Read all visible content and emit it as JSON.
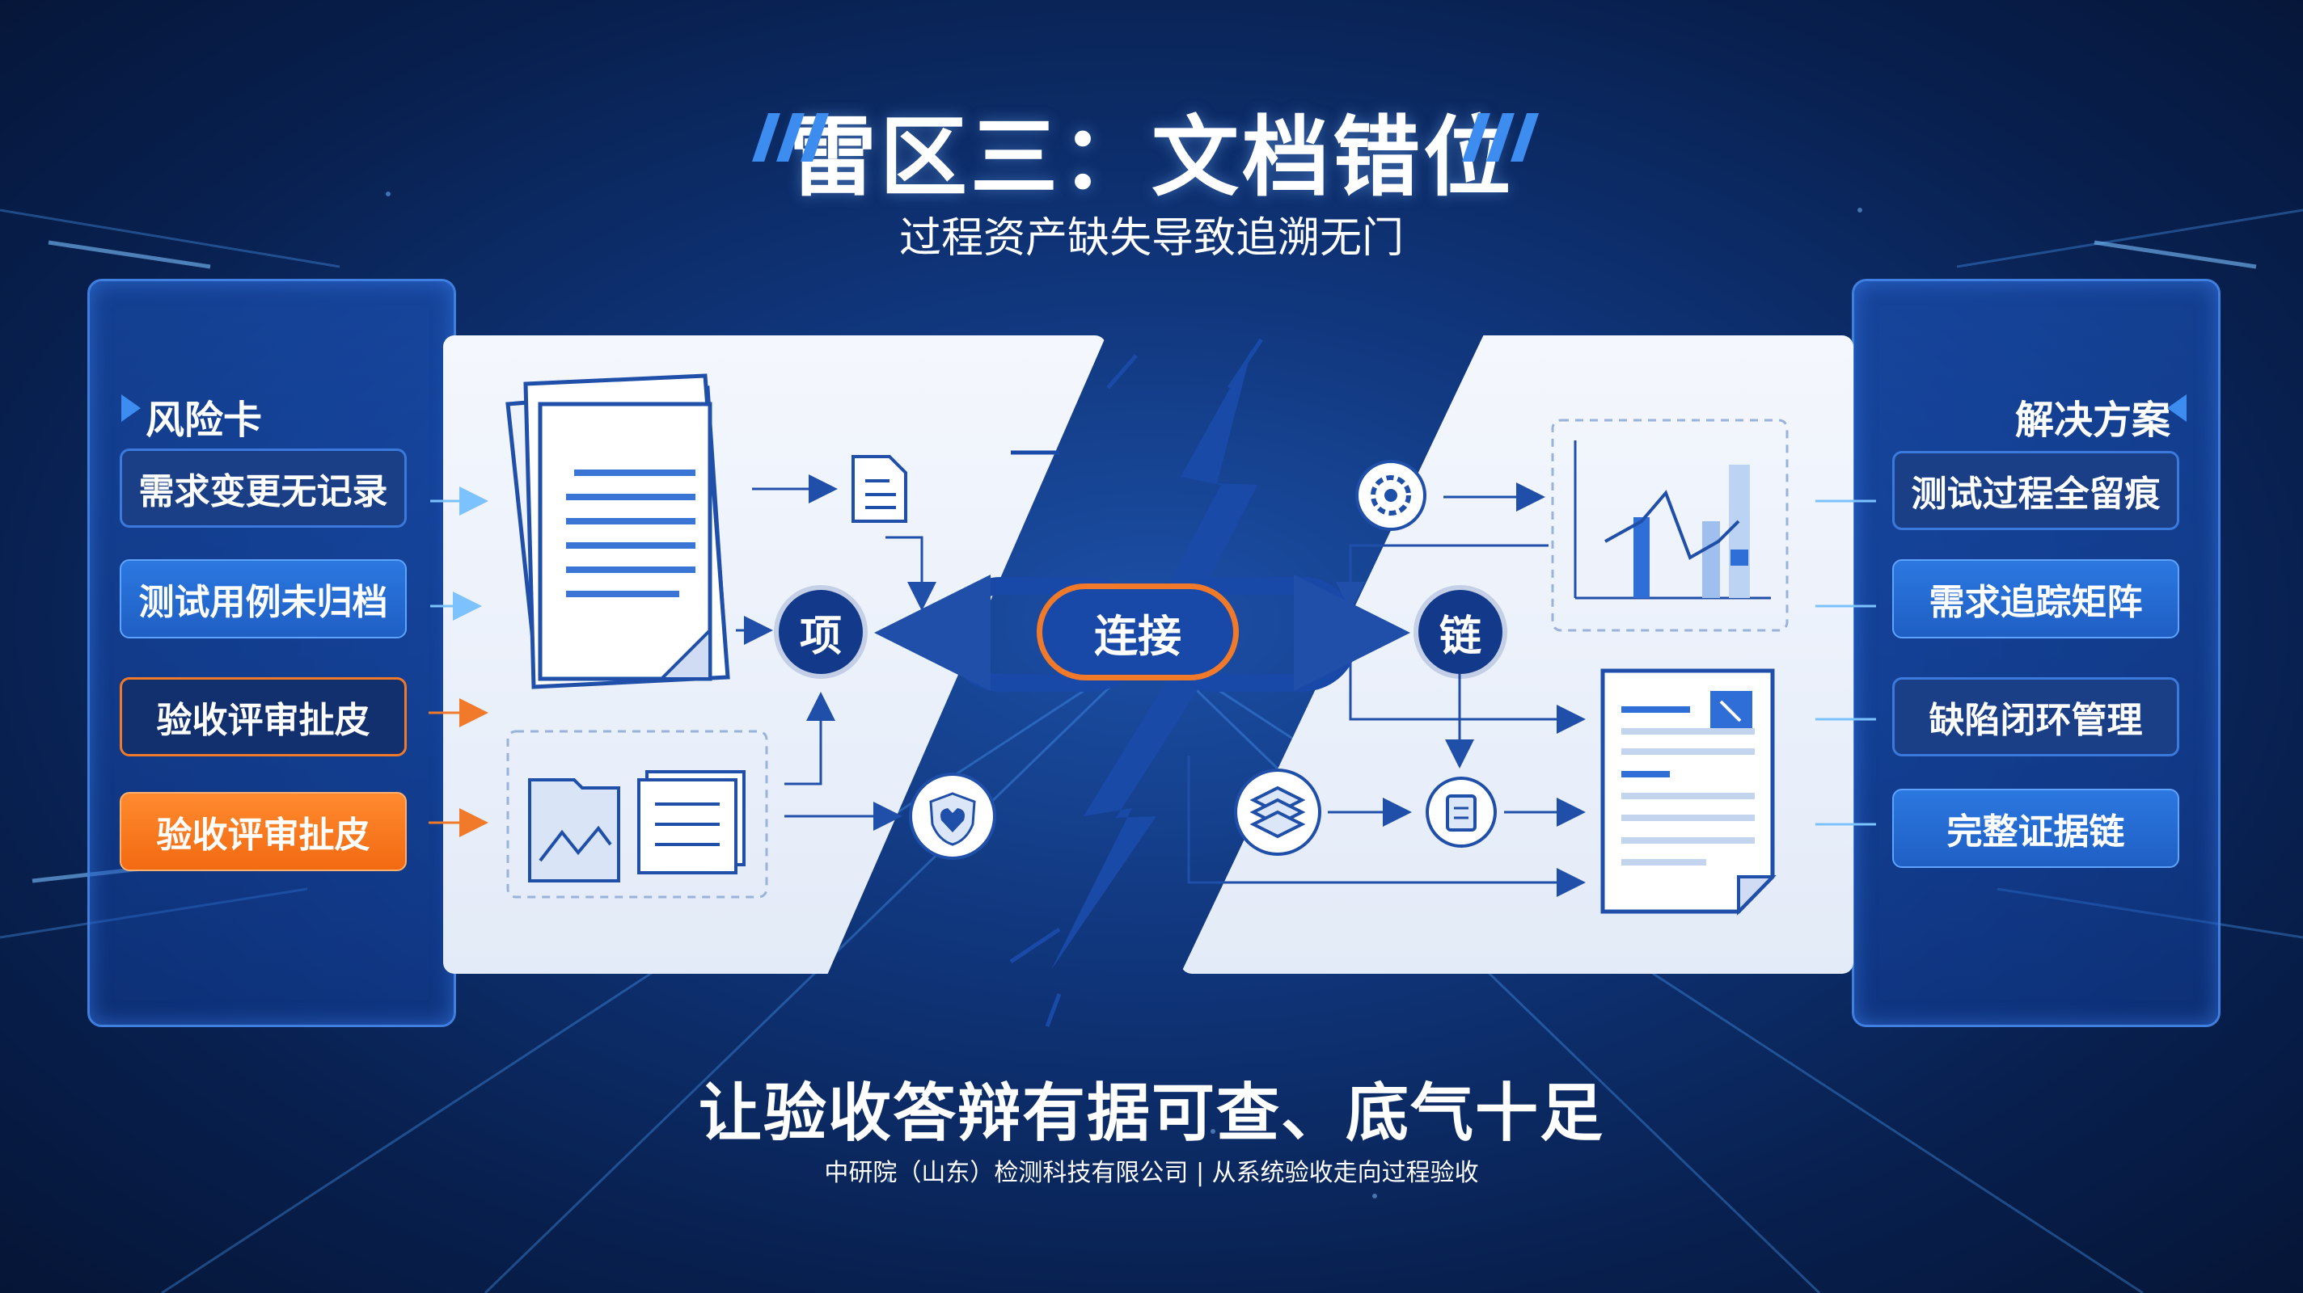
{
  "title": "雷区三：文档错位",
  "subtitle": "过程资产缺失导致追溯无门",
  "risk_panel": {
    "heading": "风险卡",
    "cards": [
      "需求变更无记录",
      "测试用例未归档",
      "验收评审扯皮",
      "验收评审扯皮"
    ]
  },
  "solution_panel": {
    "heading": "解决方案",
    "cards": [
      "测试过程全留痕",
      "需求追踪矩阵",
      "缺陷闭环管理",
      "完整证据链"
    ]
  },
  "center": {
    "left_node": "项",
    "connect": "连接",
    "right_node": "链"
  },
  "slogan": "让验收答辩有据可查、底气十足",
  "footer": "中研院（山东）检测科技有限公司 | 从系统验收走向过程验收",
  "colors": {
    "accent_orange": "#f07a2a",
    "primary_blue": "#1849a8",
    "background_dark": "#08204f"
  },
  "icons": [
    "document-stack-icon",
    "document-icon",
    "folder-chart-icon",
    "file-stack-icon",
    "shield-heart-icon",
    "gear-icon",
    "bar-chart-icon",
    "layers-icon",
    "clipboard-icon",
    "report-document-icon",
    "lightning-crack-icon",
    "chain-link-icon"
  ]
}
